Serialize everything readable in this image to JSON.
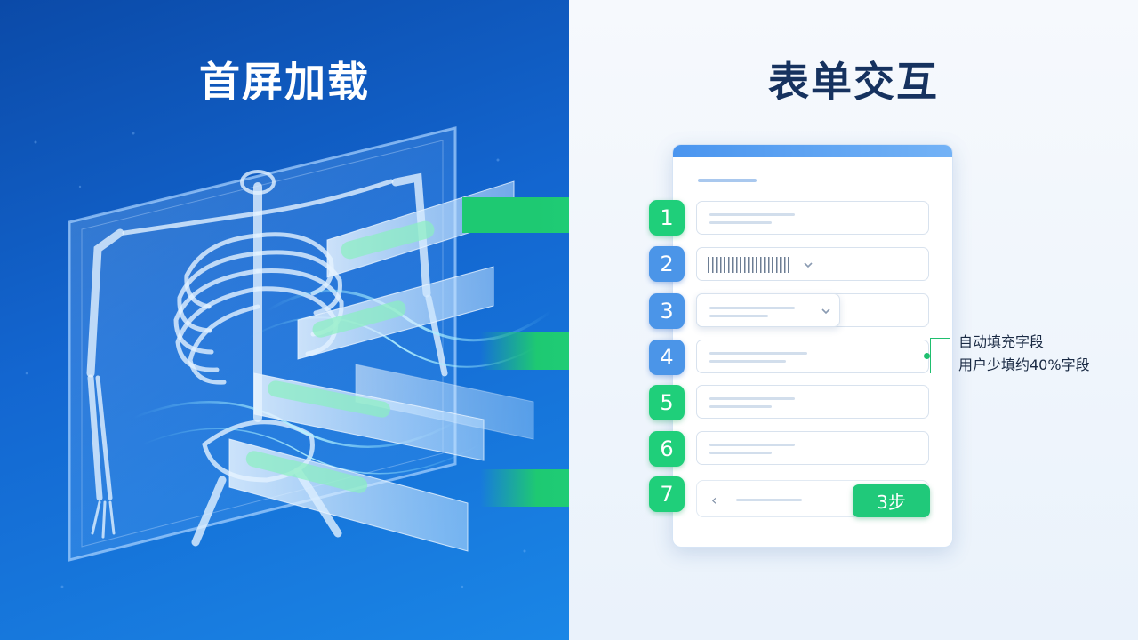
{
  "left": {
    "title": "首屏加载"
  },
  "right": {
    "title": "表单交互",
    "form": {
      "steps": [
        {
          "label": "1",
          "color": "#1fcf7a"
        },
        {
          "label": "2",
          "color": "#4b95e8"
        },
        {
          "label": "3",
          "color": "#4b95e8"
        },
        {
          "label": "4",
          "color": "#4b95e8"
        },
        {
          "label": "5",
          "color": "#1fcf7a"
        },
        {
          "label": "6",
          "color": "#1fcf7a"
        },
        {
          "label": "7",
          "color": "#1fcf7a"
        }
      ],
      "primary_button_label": "3步"
    },
    "annotation": {
      "line1": "自动填充字段",
      "line2": "用户少填约40%字段"
    }
  },
  "colors": {
    "left_background": "#1366d0",
    "accent_green": "#1fcf7a",
    "accent_blue": "#4b95e8",
    "title_dark": "#16325f"
  },
  "icons": [
    "arrow-right-icon",
    "chevron-down-icon",
    "chevron-left-icon",
    "skeleton-xray-illustration"
  ]
}
